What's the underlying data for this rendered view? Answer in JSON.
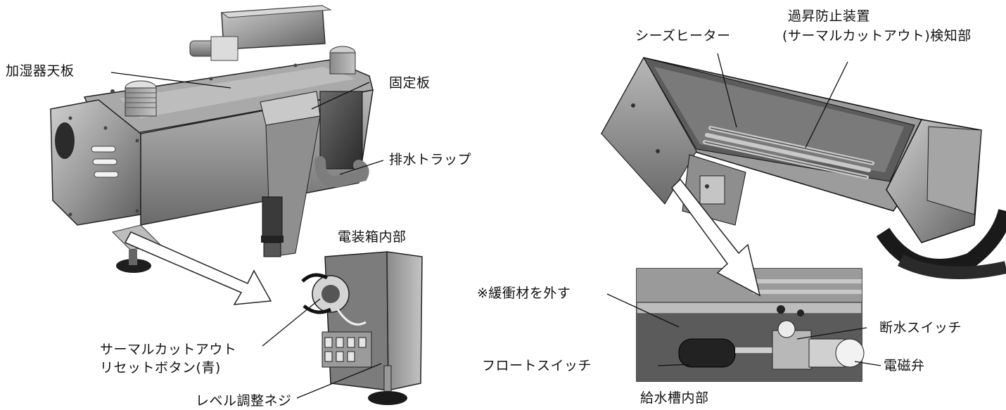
{
  "labels": {
    "humidifier_top_plate": "加湿器天板",
    "fixing_plate": "固定板",
    "drain_trap": "排水トラップ",
    "electrical_box_interior": "電装箱内部",
    "thermal_cutout_reset_line1": "サーマルカットアウト",
    "thermal_cutout_reset_line2": "リセットボタン(青)",
    "level_adjust_screw": "レベル調整ネジ",
    "sheath_heater": "シーズヒーター",
    "overheat_device_line1": "過昇防止装置",
    "overheat_device_line2": "(サーマルカットアウト)検知部",
    "remove_cushion": "※緩衝材を外す",
    "water_cutoff_switch": "断水スイッチ",
    "float_switch": "フロートスイッチ",
    "solenoid_valve": "電磁弁",
    "water_tank_interior": "給水槽内部"
  }
}
